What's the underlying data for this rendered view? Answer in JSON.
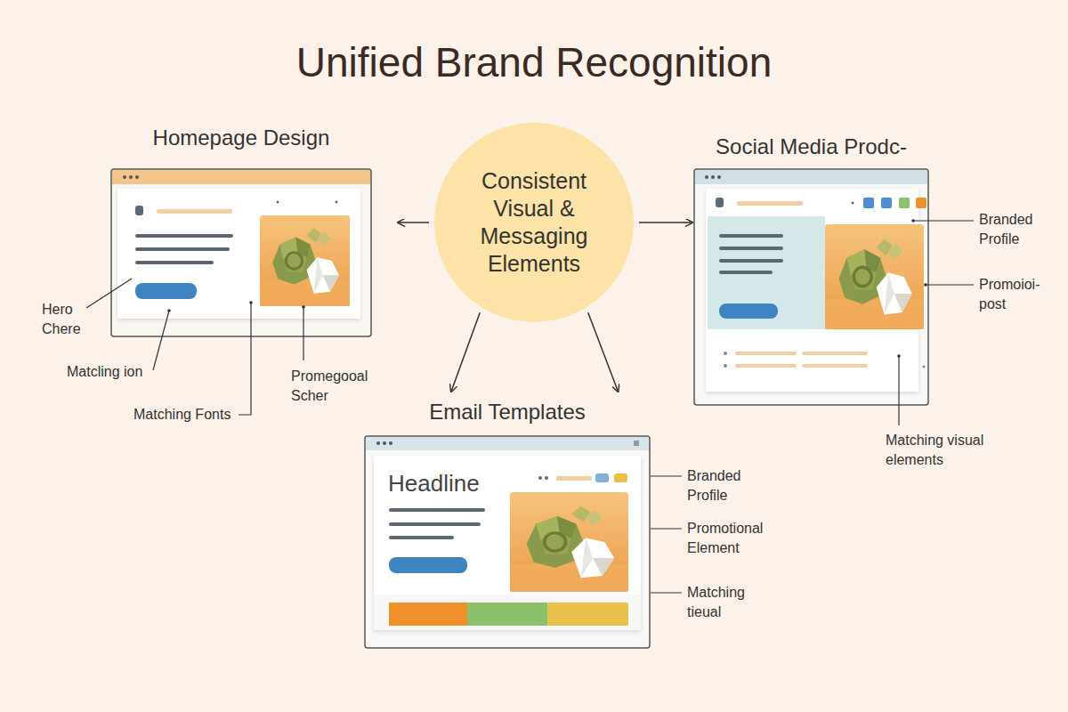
{
  "diagram": {
    "title": "Unified Brand Recognition",
    "nodes": [
      {
        "text": [
          "Consistent Visual & Messaging Elements"
        ]
      },
      {
        "text": [
          "Homepage Design"
        ]
      },
      {
        "text": [
          "Social Media Prodc-"
        ]
      },
      {
        "text": [
          "Email Templates"
        ]
      }
    ],
    "edges": [
      {
        "from": 0,
        "to": 1,
        "arrow": "to"
      },
      {
        "from": 0,
        "to": 2,
        "arrow": "to"
      },
      {
        "from": 0,
        "to": 3,
        "arrow": "to"
      },
      {
        "from": 0,
        "to": 3,
        "arrow": "to"
      }
    ],
    "labels": [
      "Hero Chere",
      "Matcling ion",
      "Matching Fonts",
      "Promegooal Scher",
      "Headline",
      "Branded Profile",
      "Promoioi- post",
      "Matching visual elements",
      "Branded Profile",
      "Promotional Element",
      "Matching tieual"
    ]
  }
}
